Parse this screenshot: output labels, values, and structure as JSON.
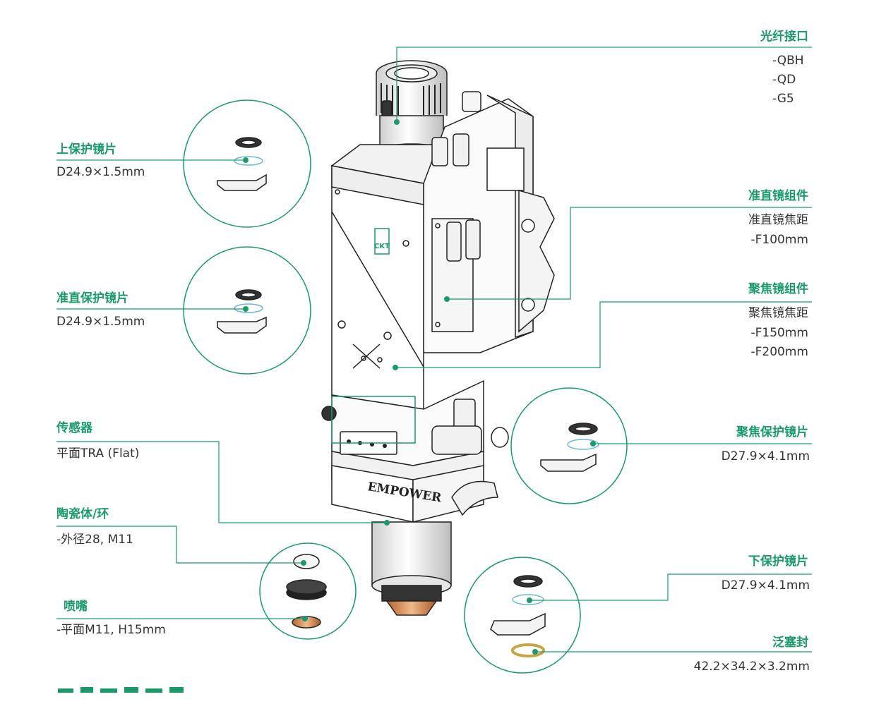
{
  "colors": {
    "accent": "#1a9a6a",
    "text": "#333333",
    "line": "#555555"
  },
  "labels": {
    "fiber_interface": {
      "title": "光纤接口",
      "specs": [
        "-QBH",
        "-QD",
        "-G5"
      ]
    },
    "upper_protective_lens": {
      "title": "上保护镜片",
      "spec": "D24.9×1.5mm"
    },
    "collimating_protective_lens": {
      "title": "准直保护镜片",
      "spec": "D24.9×1.5mm"
    },
    "collimating_lens_assembly": {
      "title": "准直镜组件",
      "spec_label": "准直镜焦距",
      "specs": [
        "-F100mm"
      ]
    },
    "focusing_lens_assembly": {
      "title": "聚焦镜组件",
      "spec_label": "聚焦镜焦距",
      "specs": [
        "-F150mm",
        "-F200mm"
      ]
    },
    "sensor": {
      "title": "传感器",
      "spec": "平面TRA (Flat)"
    },
    "focusing_protective_lens": {
      "title": "聚焦保护镜片",
      "spec": "D27.9×4.1mm"
    },
    "ceramic_body_ring": {
      "title": "陶瓷体/环",
      "spec": "-外径28, M11"
    },
    "lower_protective_lens": {
      "title": "下保护镜片",
      "spec": "D27.9×4.1mm"
    },
    "nozzle": {
      "title": "喷嘴",
      "spec": "-平面M11, H15mm"
    },
    "seal": {
      "title": "泛塞封",
      "spec": "42.2×34.2×3.2mm"
    }
  },
  "head_markings": {
    "brand_plate": "EMPOWER",
    "logo": "CKT"
  }
}
